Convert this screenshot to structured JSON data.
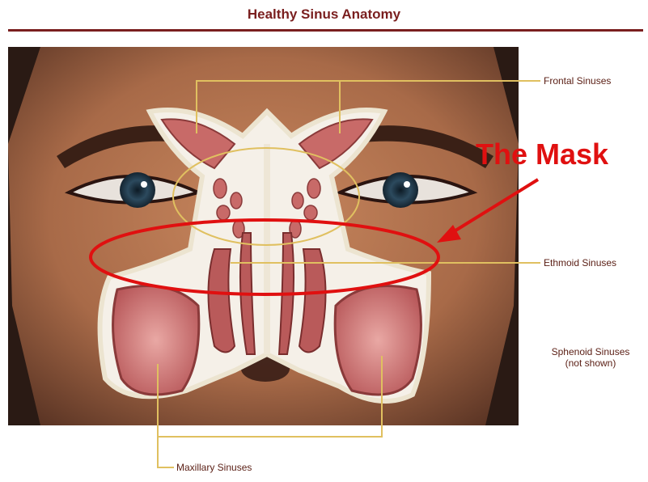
{
  "title": "Healthy Sinus Anatomy",
  "annotation": {
    "mask_label": "The Mask"
  },
  "labels": {
    "frontal": "Frontal Sinuses",
    "ethmoid": "Ethmoid Sinuses",
    "sphenoid_line1": "Sphenoid Sinuses",
    "sphenoid_line2": "(not shown)",
    "maxillary": "Maxillary Sinuses"
  },
  "colors": {
    "title": "#7a1f1f",
    "leader_lines": "#e0c060",
    "mask_annotation": "#e01010",
    "label_text": "#5a1e14"
  }
}
